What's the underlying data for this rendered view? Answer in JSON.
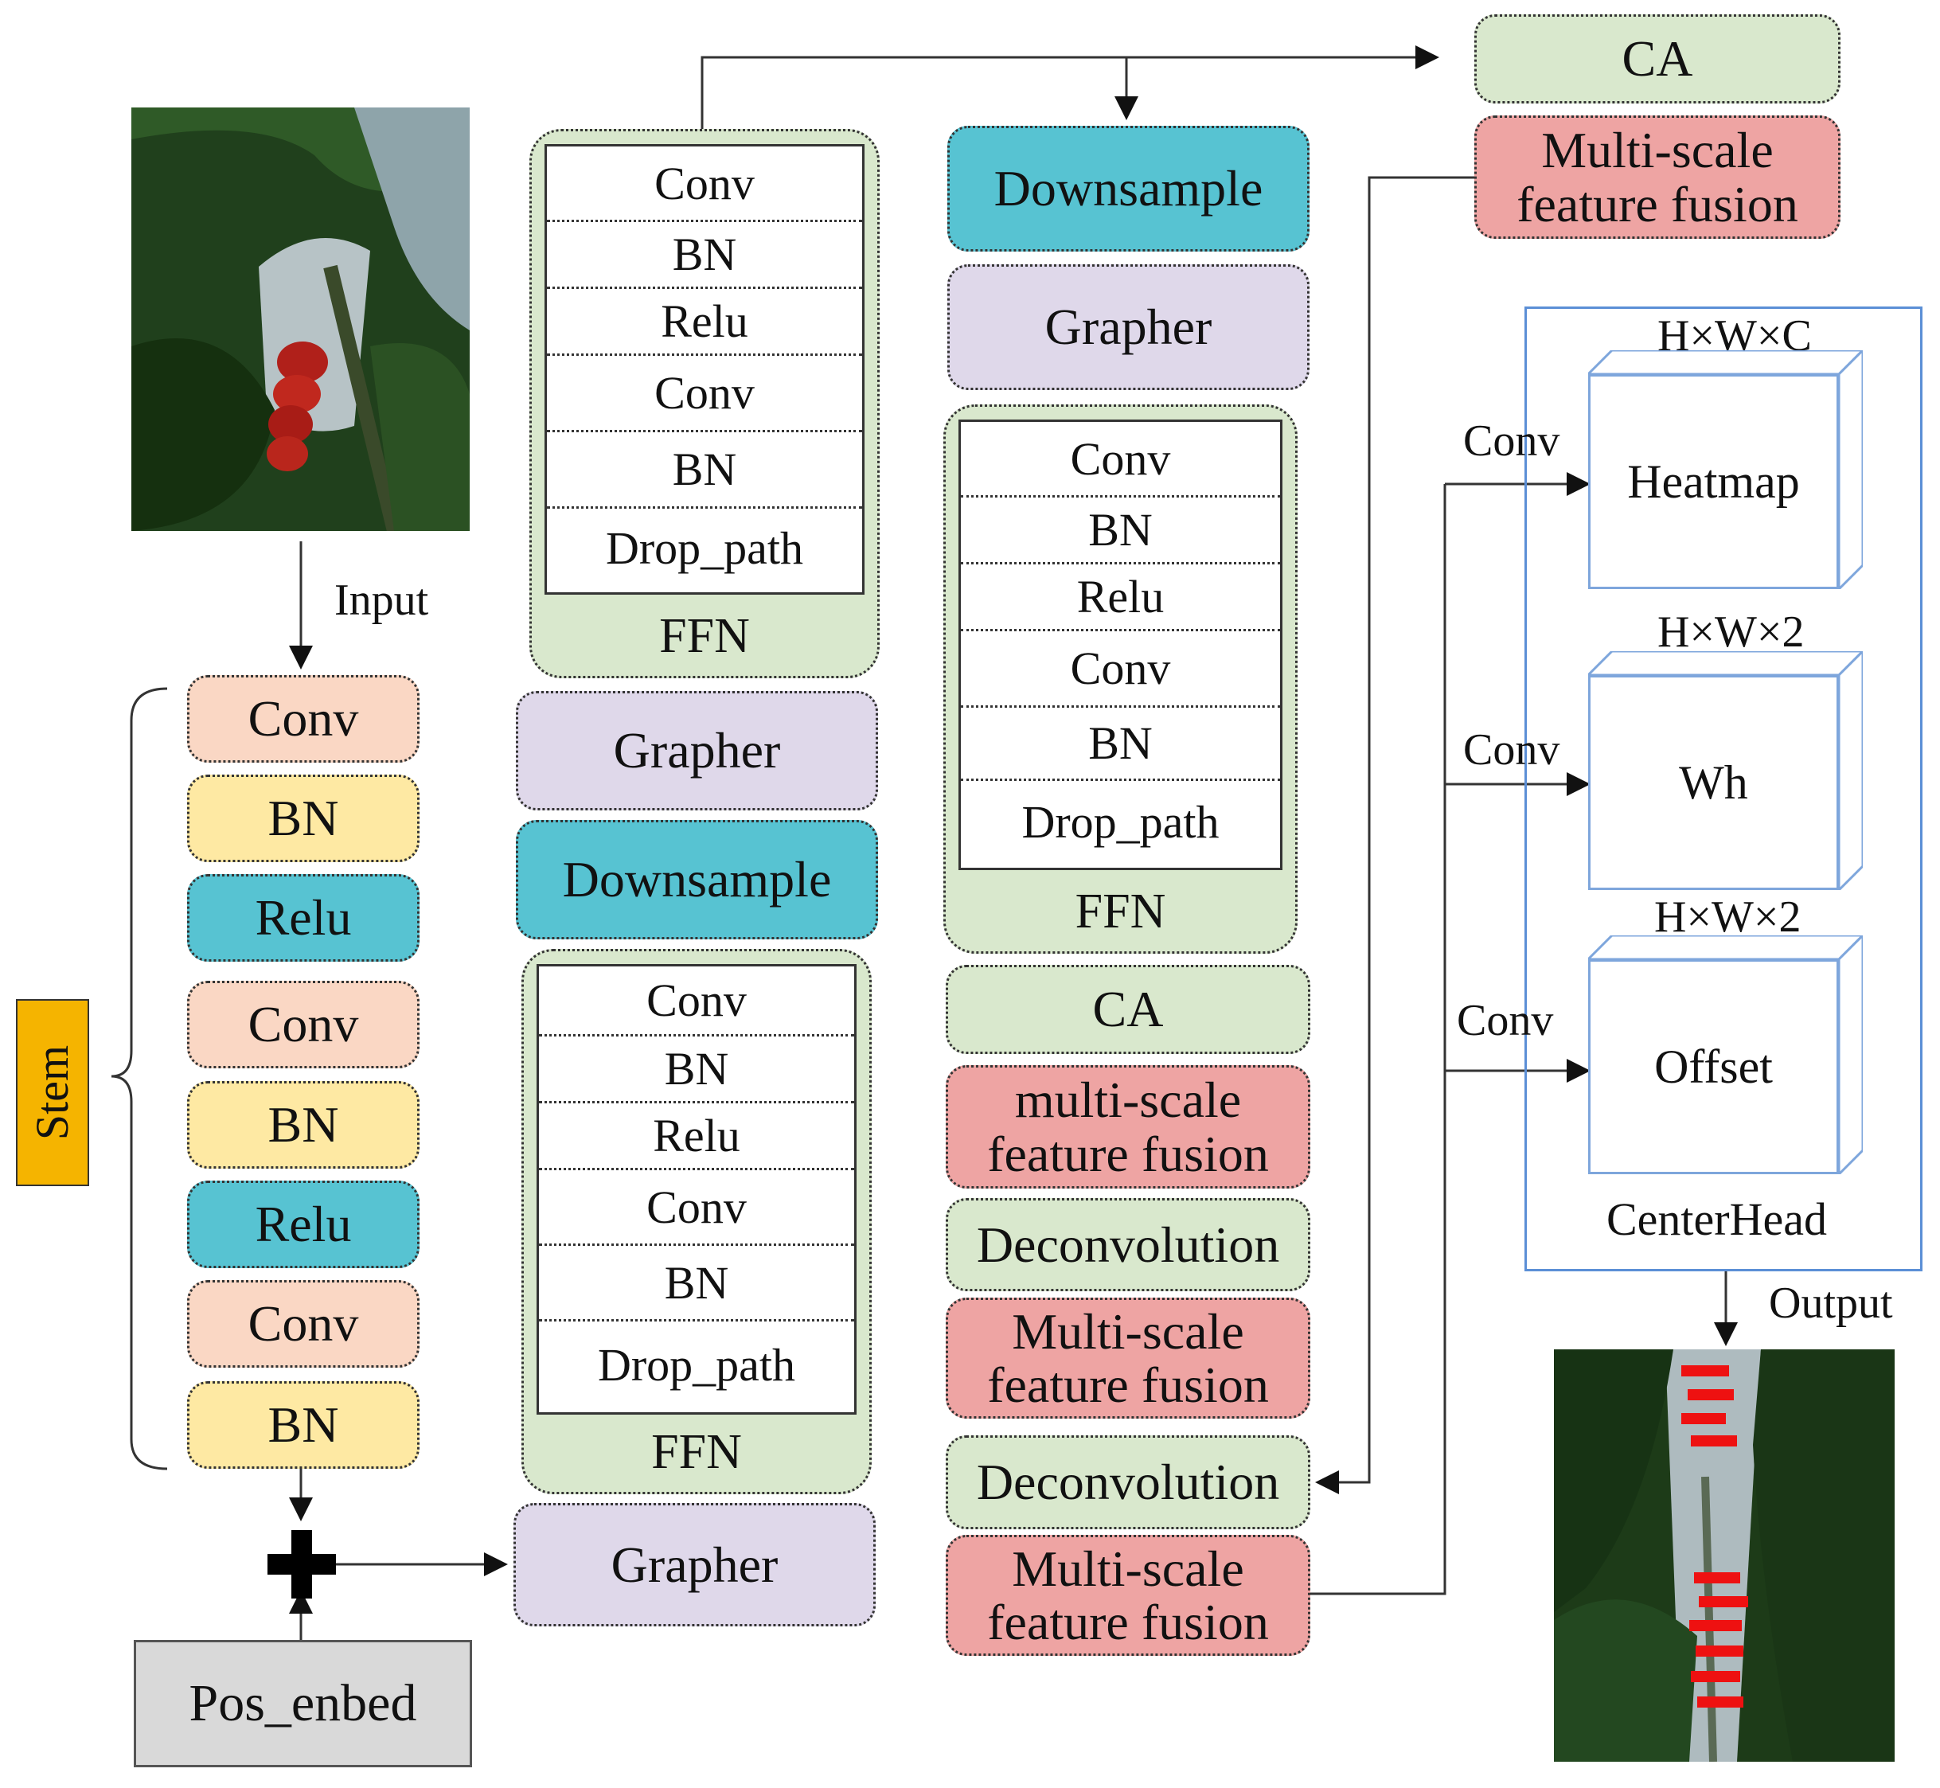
{
  "input_image": {
    "alt": "input tomato photo"
  },
  "output_image": {
    "alt": "output tomato photo with detections"
  },
  "labels": {
    "input": "Input",
    "output": "Output"
  },
  "stem": {
    "label": "Stem",
    "blocks": [
      "Conv",
      "BN",
      "Relu",
      "Conv",
      "BN",
      "Relu",
      "Conv",
      "BN"
    ]
  },
  "pos_embed": "Pos_enbed",
  "column2": {
    "ffn_top": {
      "rows": [
        "Conv",
        "BN",
        "Relu",
        "Conv",
        "BN",
        "Drop_path"
      ],
      "label": "FFN"
    },
    "grapher_top": "Grapher",
    "downsample": "Downsample",
    "ffn_bottom": {
      "rows": [
        "Conv",
        "BN",
        "Relu",
        "Conv",
        "BN",
        "Drop_path"
      ],
      "label": "FFN"
    },
    "grapher_bottom": "Grapher"
  },
  "column3": {
    "downsample": "Downsample",
    "grapher": "Grapher",
    "ffn": {
      "rows": [
        "Conv",
        "BN",
        "Relu",
        "Conv",
        "BN",
        "Drop_path"
      ],
      "label": "FFN"
    },
    "ca": "CA",
    "fusion_1": "multi-scale feature fusion",
    "deconv_1": "Deconvolution",
    "fusion_2": "Multi-scale feature fusion",
    "deconv_2": "Deconvolution",
    "fusion_3": "Multi-scale feature fusion"
  },
  "top_right": {
    "ca": "CA",
    "fusion": "Multi-scale feature fusion"
  },
  "center_head": {
    "label": "CenterHead",
    "branches": [
      {
        "conv": "Conv",
        "dims": "H×W×C",
        "name": "Heatmap"
      },
      {
        "conv": "Conv",
        "dims": "H×W×2",
        "name": "Wh"
      },
      {
        "conv": "Conv",
        "dims": "H×W×2",
        "name": "Offset"
      }
    ]
  },
  "colors": {
    "peach": "#fad7c4",
    "yellow": "#fee9a3",
    "teal": "#57c3d2",
    "lavender": "#dfd8ea",
    "green": "#d9e8cd",
    "pink": "#eea4a3",
    "stem": "#f5b400",
    "head_border": "#5b8fd6"
  }
}
